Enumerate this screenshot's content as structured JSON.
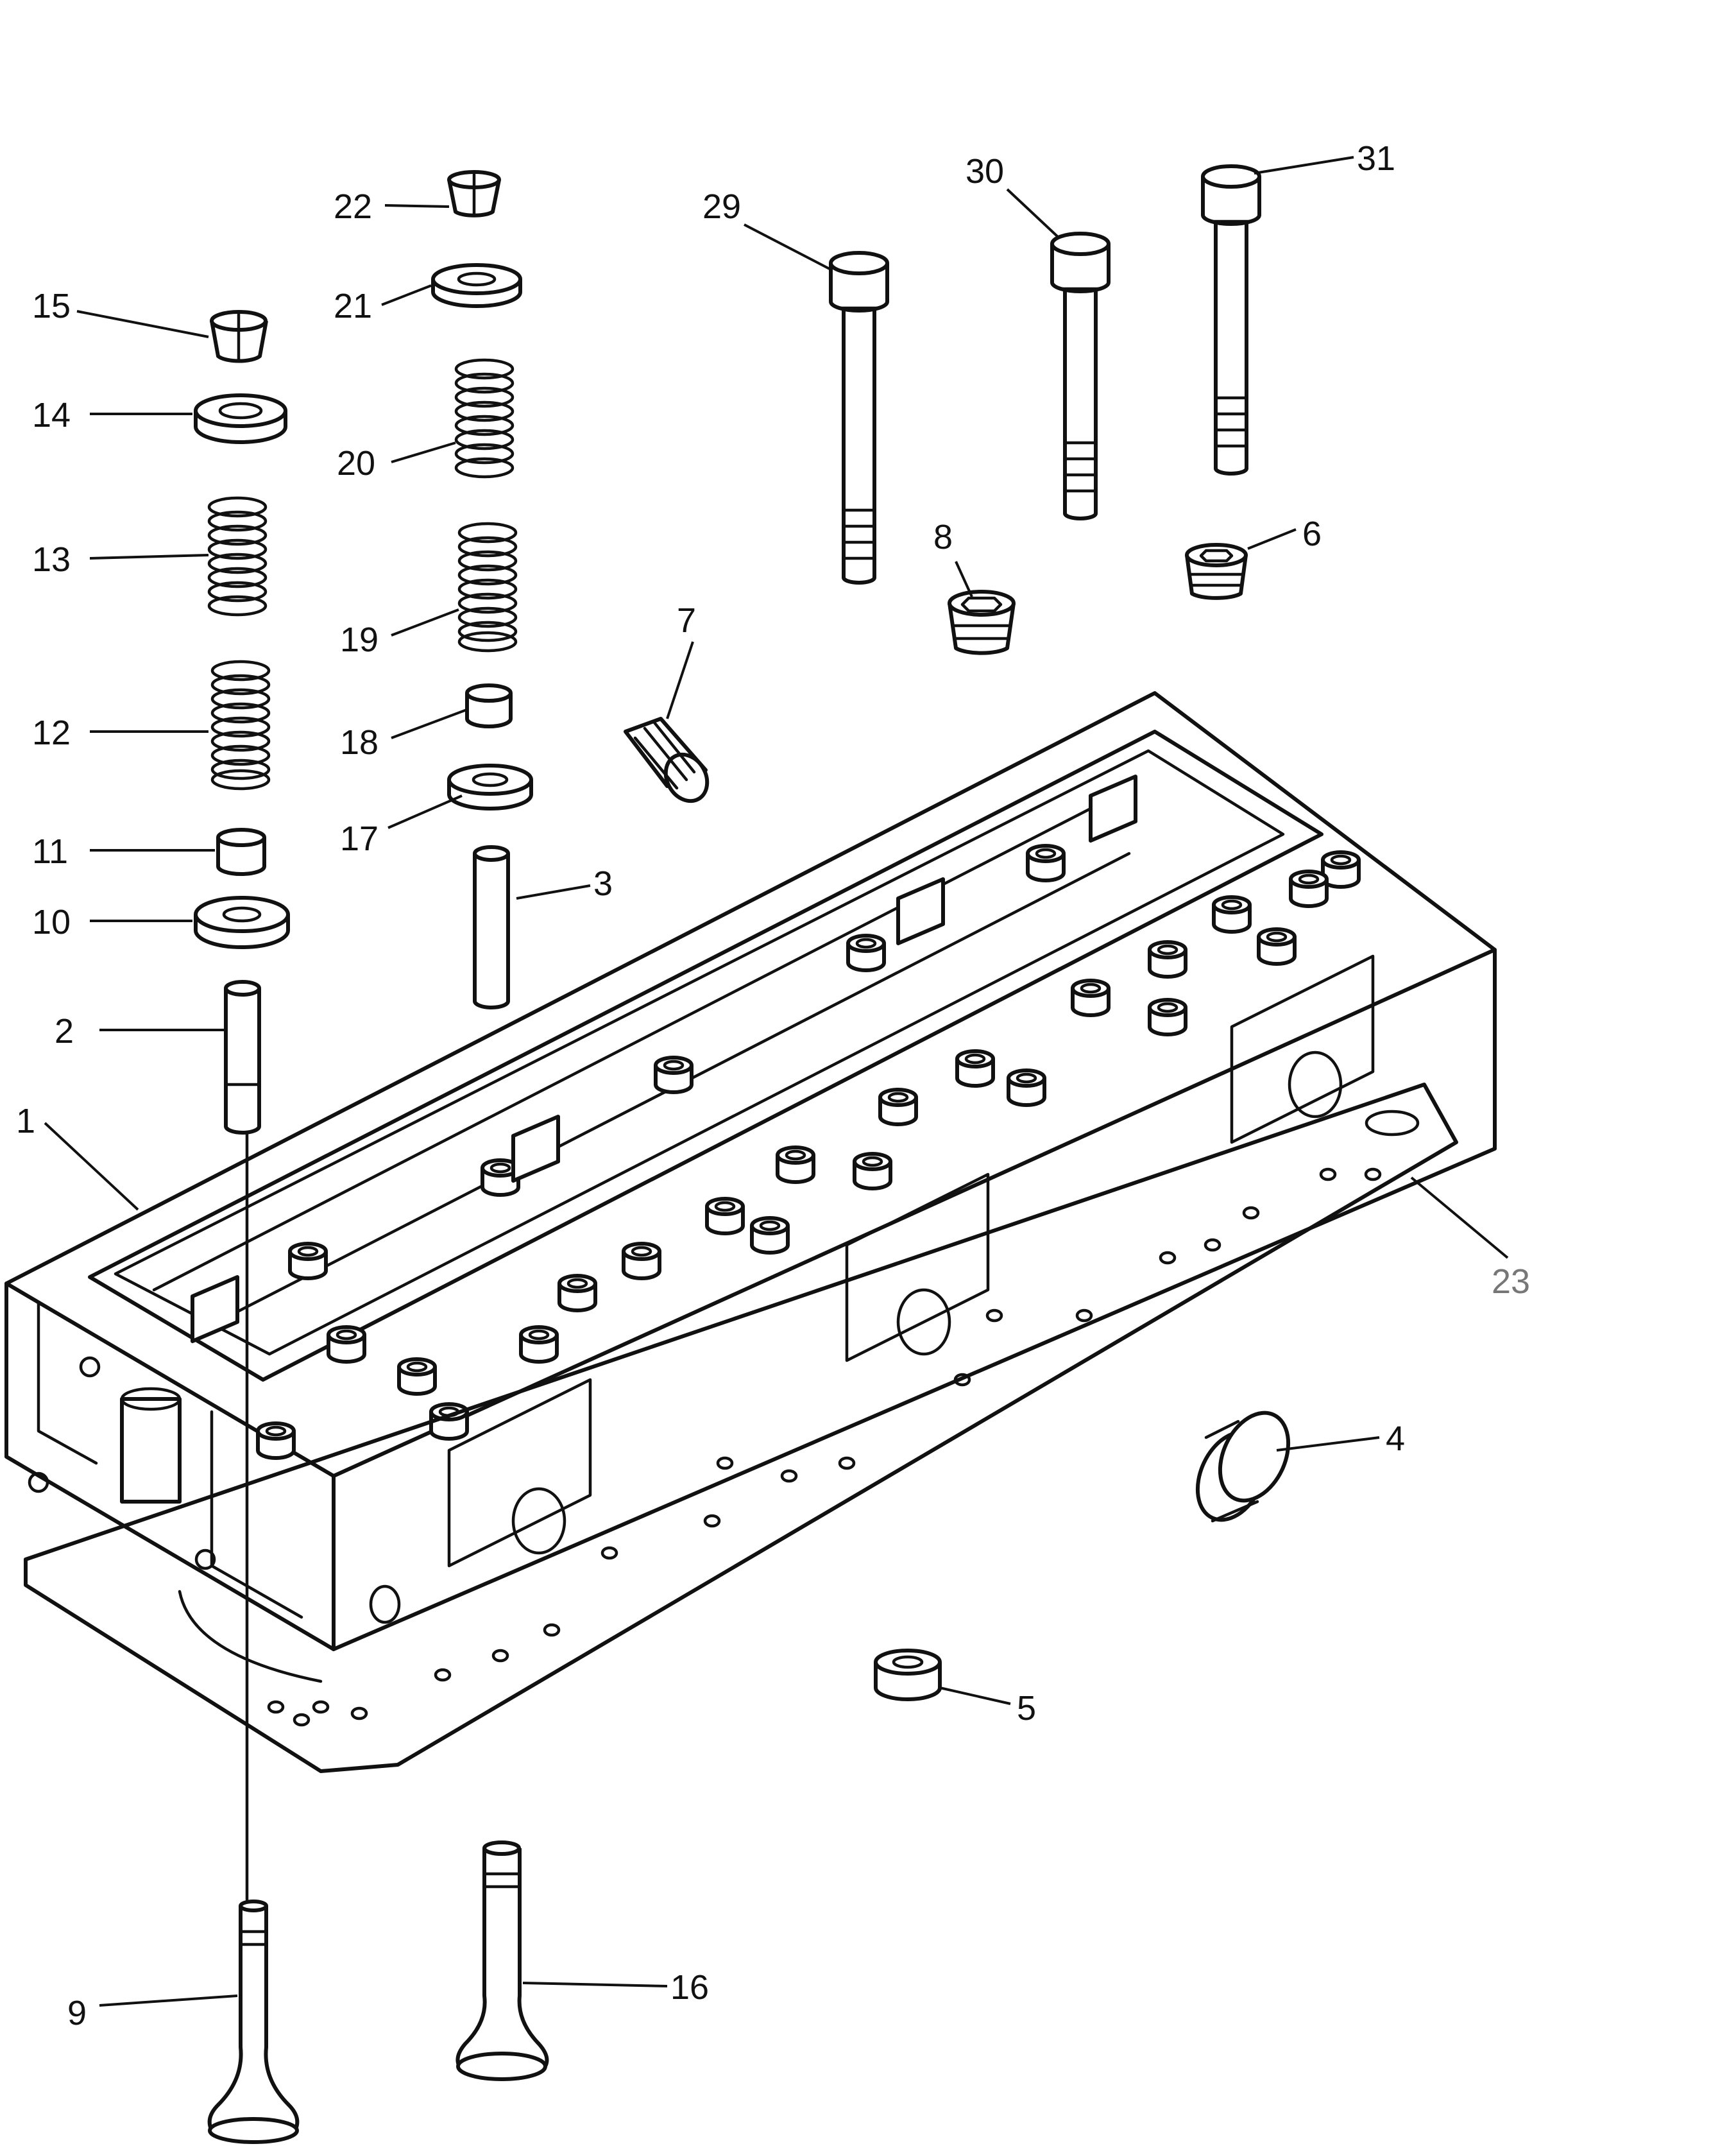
{
  "callouts": [
    {
      "id": "c1",
      "text": "1"
    },
    {
      "id": "c2",
      "text": "2"
    },
    {
      "id": "c3",
      "text": "3"
    },
    {
      "id": "c4",
      "text": "4"
    },
    {
      "id": "c5",
      "text": "5"
    },
    {
      "id": "c6",
      "text": "6"
    },
    {
      "id": "c7",
      "text": "7"
    },
    {
      "id": "c8",
      "text": "8"
    },
    {
      "id": "c9",
      "text": "9"
    },
    {
      "id": "c10",
      "text": "10"
    },
    {
      "id": "c11",
      "text": "11"
    },
    {
      "id": "c12",
      "text": "12"
    },
    {
      "id": "c13",
      "text": "13"
    },
    {
      "id": "c14",
      "text": "14"
    },
    {
      "id": "c15",
      "text": "15"
    },
    {
      "id": "c16",
      "text": "16"
    },
    {
      "id": "c17",
      "text": "17"
    },
    {
      "id": "c18",
      "text": "18"
    },
    {
      "id": "c19",
      "text": "19"
    },
    {
      "id": "c20",
      "text": "20"
    },
    {
      "id": "c21",
      "text": "21"
    },
    {
      "id": "c22",
      "text": "22"
    },
    {
      "id": "c23",
      "text": "23"
    },
    {
      "id": "c29",
      "text": "29"
    },
    {
      "id": "c30",
      "text": "30"
    },
    {
      "id": "c31",
      "text": "31"
    }
  ]
}
